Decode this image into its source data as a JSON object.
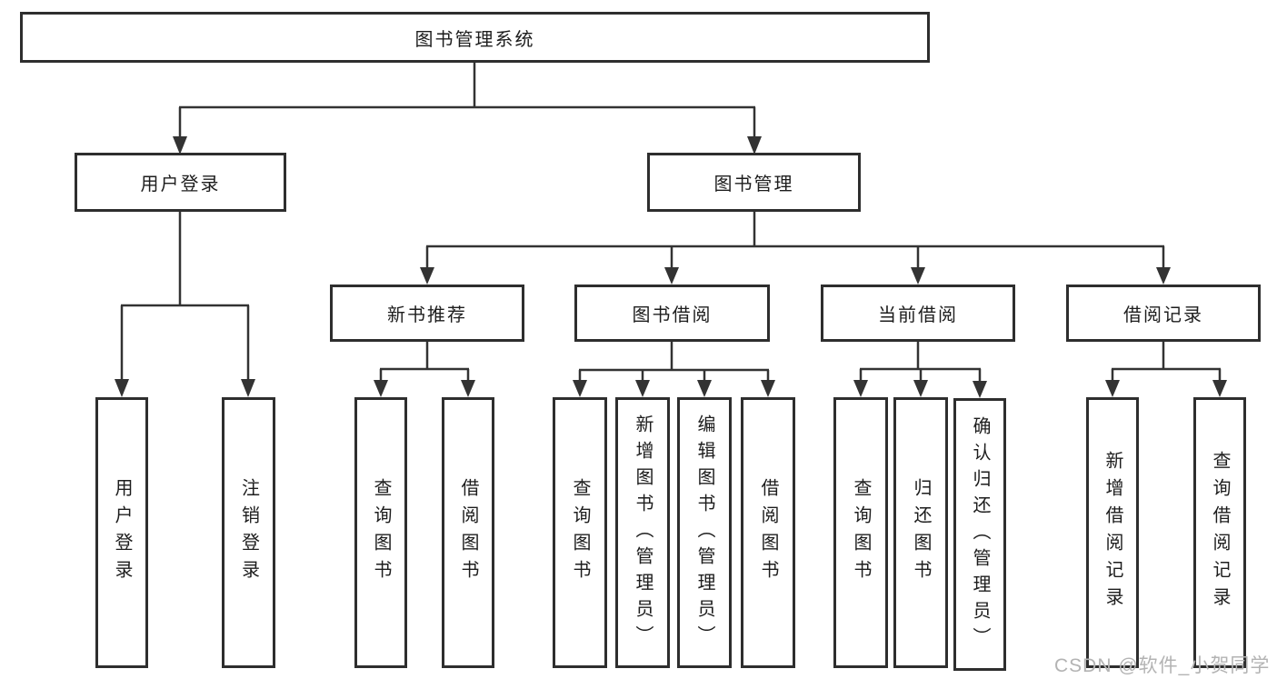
{
  "diagram": {
    "title": "图书管理系统",
    "branches": {
      "user_login": "用户登录",
      "book_management": "图书管理"
    },
    "modules": {
      "new_book_recommend": "新书推荐",
      "book_borrow": "图书借阅",
      "current_borrow": "当前借阅",
      "borrow_records": "借阅记录"
    },
    "leaves": {
      "user_login": "用户登录",
      "logout": "注销登录",
      "recommend_query_book": "查询图书",
      "recommend_borrow_book": "借阅图书",
      "borrow_query_book": "查询图书",
      "borrow_add_book_admin": "新增图书（管理员）",
      "borrow_edit_book_admin": "编辑图书（管理员）",
      "borrow_borrow_book": "借阅图书",
      "current_query_book": "查询图书",
      "current_return_book": "归还图书",
      "current_confirm_return_admin": "确认归还（管理员）",
      "records_add_record": "新增借阅记录",
      "records_query_record": "查询借阅记录"
    }
  },
  "watermark": "CSDN @软件_小贺同学",
  "colors": {
    "line": "#333333",
    "border": "#2e2e2e",
    "text": "#1d1d1d",
    "watermark": "#b3b3b3"
  }
}
